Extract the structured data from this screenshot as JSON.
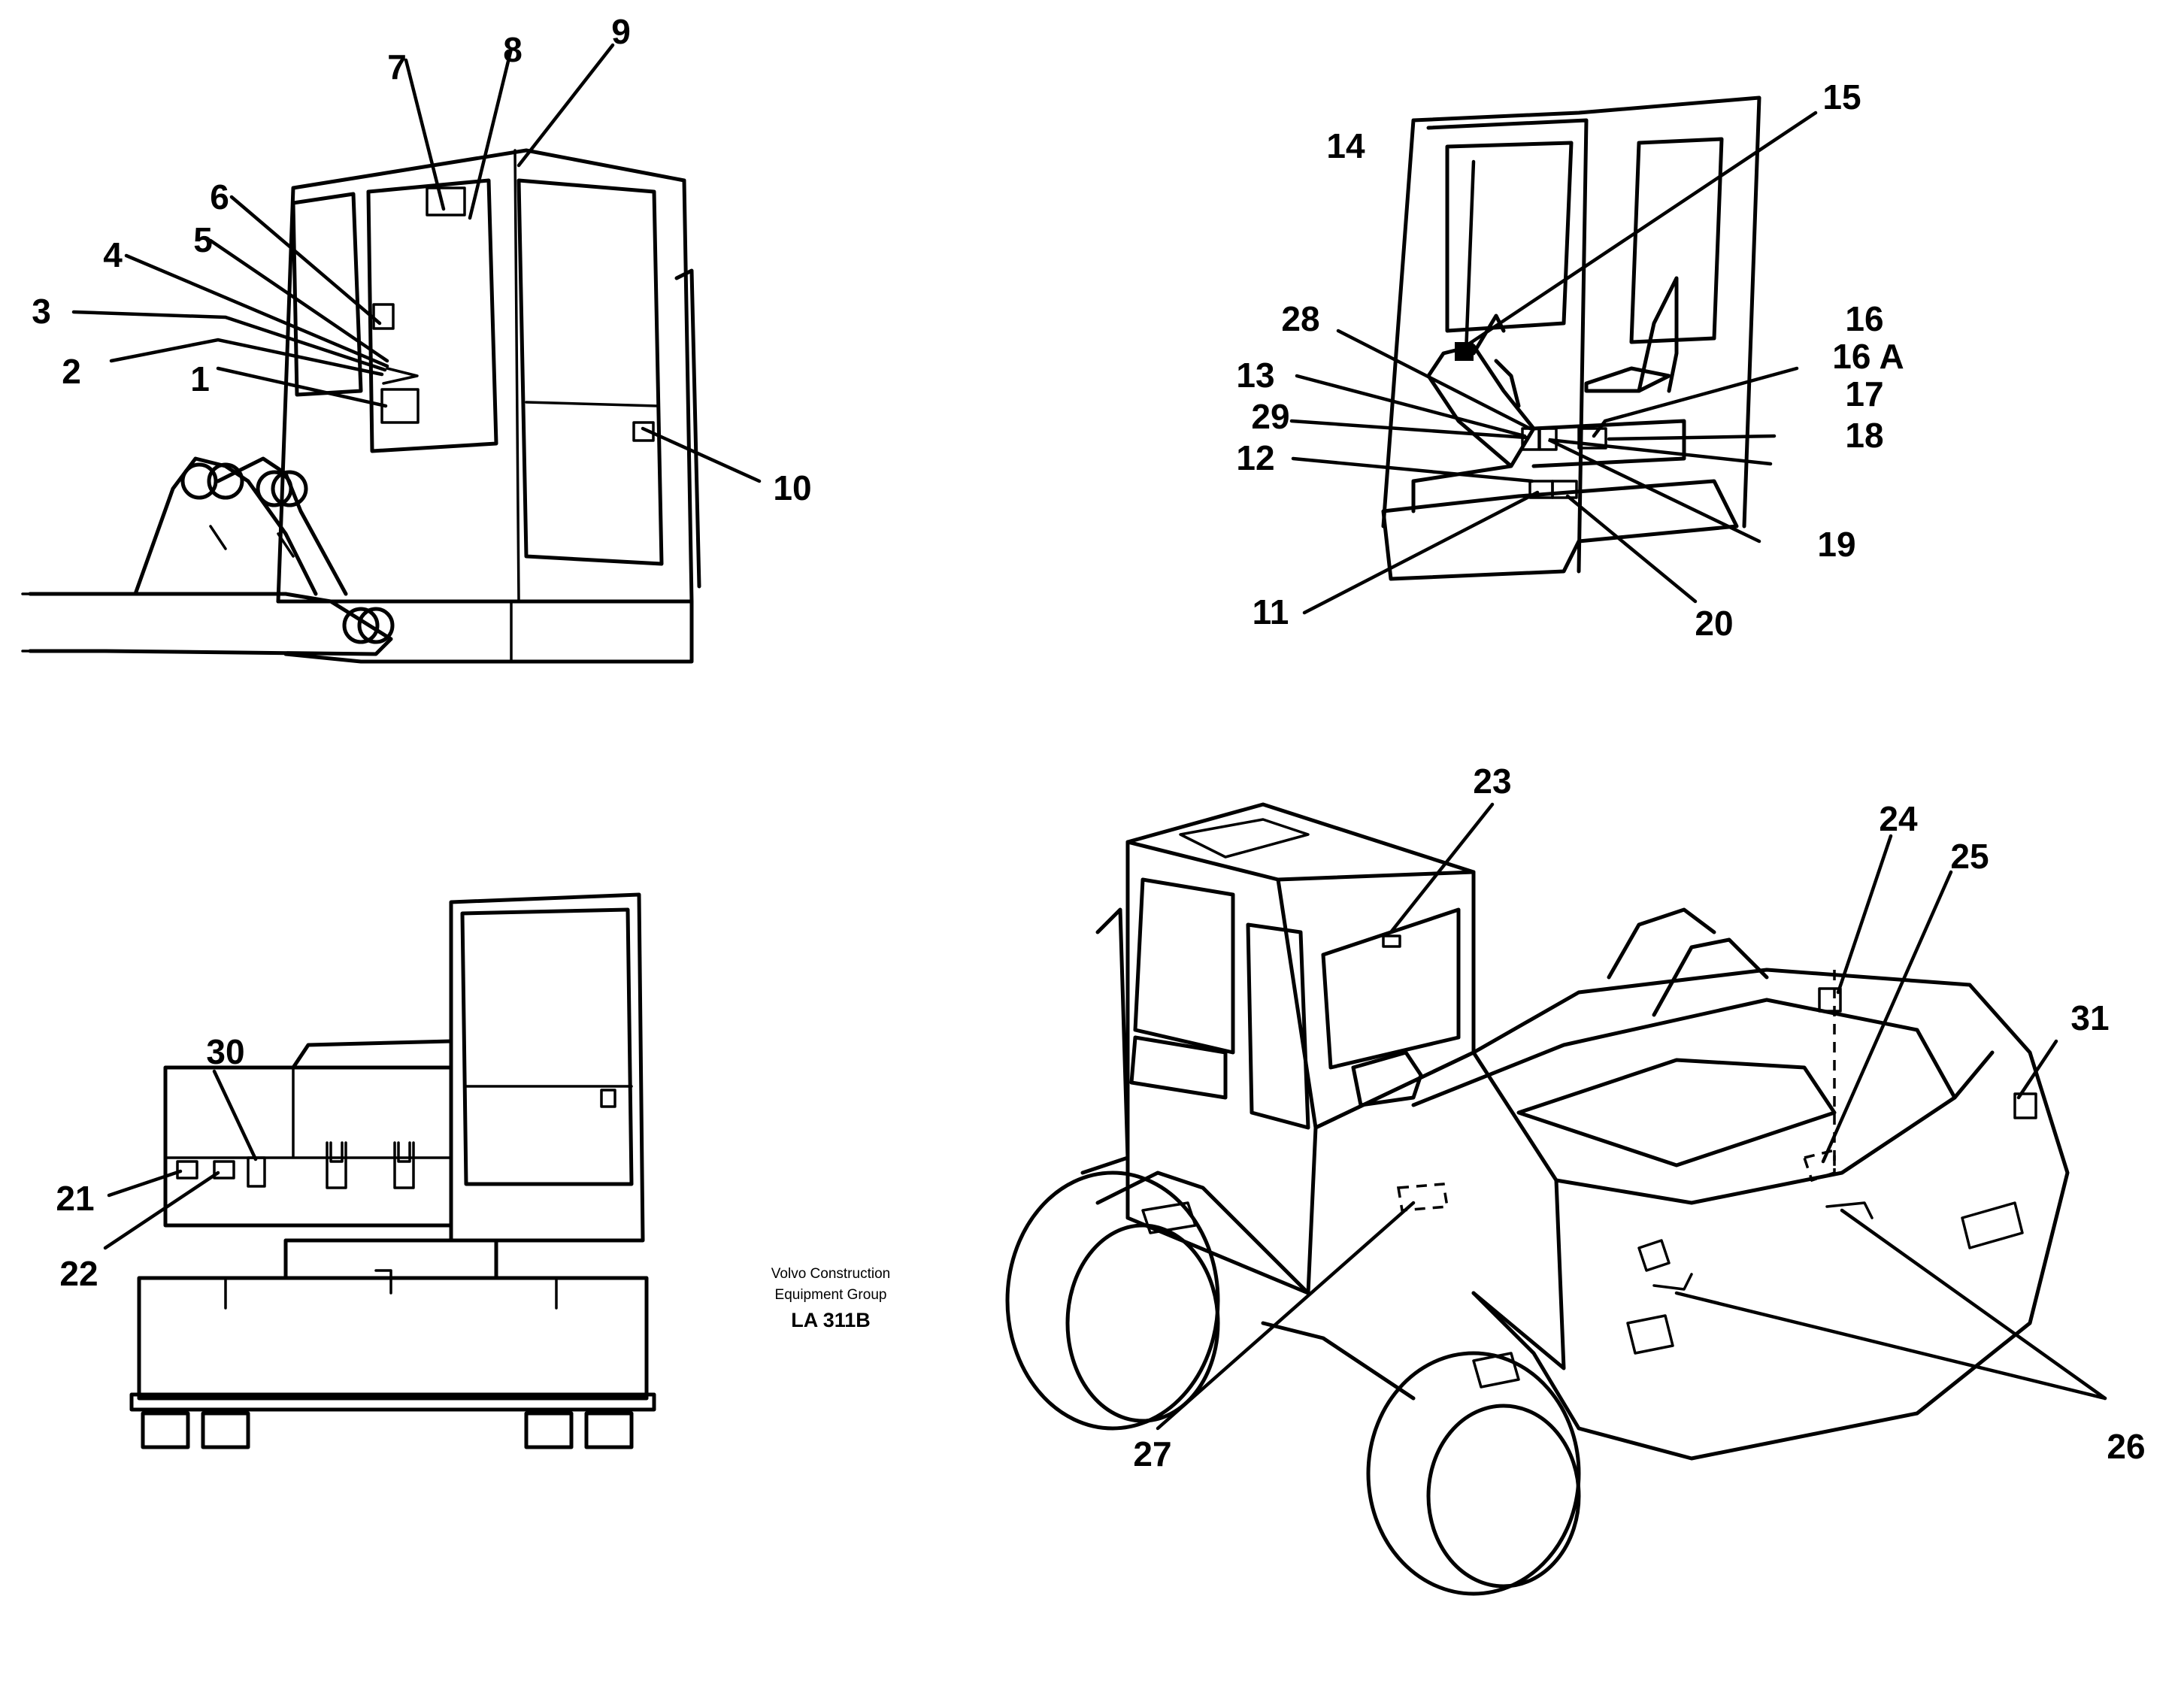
{
  "caption": {
    "line1": "Volvo Construction",
    "line2": "Equipment Group",
    "code": "LA 311B"
  },
  "callouts": {
    "c1": "1",
    "c2": "2",
    "c3": "3",
    "c4": "4",
    "c5": "5",
    "c6": "6",
    "c7": "7",
    "c8": "8",
    "c9": "9",
    "c10": "10",
    "c11": "11",
    "c12": "12",
    "c13": "13",
    "c14": "14",
    "c15": "15",
    "c16": "16",
    "c16a": "16 A",
    "c17": "17",
    "c18": "18",
    "c19": "19",
    "c20": "20",
    "c21": "21",
    "c22": "22",
    "c23": "23",
    "c24": "24",
    "c25": "25",
    "c26": "26",
    "c27": "27",
    "c28": "28",
    "c29": "29",
    "c30": "30",
    "c31": "31"
  }
}
